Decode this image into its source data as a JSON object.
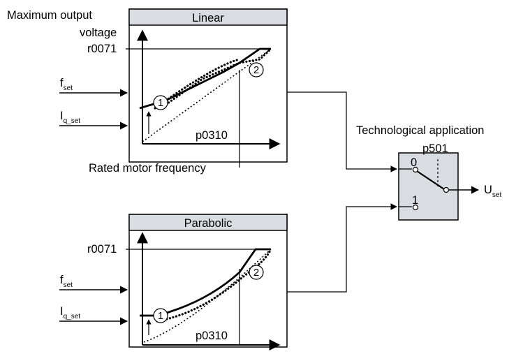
{
  "labels": {
    "max_output_voltage_line1": "Maximum output",
    "max_output_voltage_line2": "voltage",
    "rated_motor_frequency": "Rated motor frequency",
    "technological_application": "Technological application"
  },
  "linear_block": {
    "title": "Linear",
    "y_param": "r0071",
    "x_param": "p0310",
    "input_f": "f",
    "input_f_sub": "set",
    "input_i": "I",
    "input_i_sub": "q_set",
    "marker_1": "1",
    "marker_2": "2"
  },
  "parabolic_block": {
    "title": "Parabolic",
    "y_param": "r0071",
    "x_param": "p0310",
    "input_f": "f",
    "input_f_sub": "set",
    "input_i": "I",
    "input_i_sub": "q_set",
    "marker_1": "1",
    "marker_2": "2"
  },
  "switch_block": {
    "param": "p501",
    "pos_0": "0",
    "pos_1": "1",
    "output": "U",
    "output_sub": "set"
  },
  "colors": {
    "block_fill": "#ffffff",
    "title_bar_fill": "#d9dde2",
    "switch_fill": "#d9dde2",
    "line": "#000000"
  }
}
